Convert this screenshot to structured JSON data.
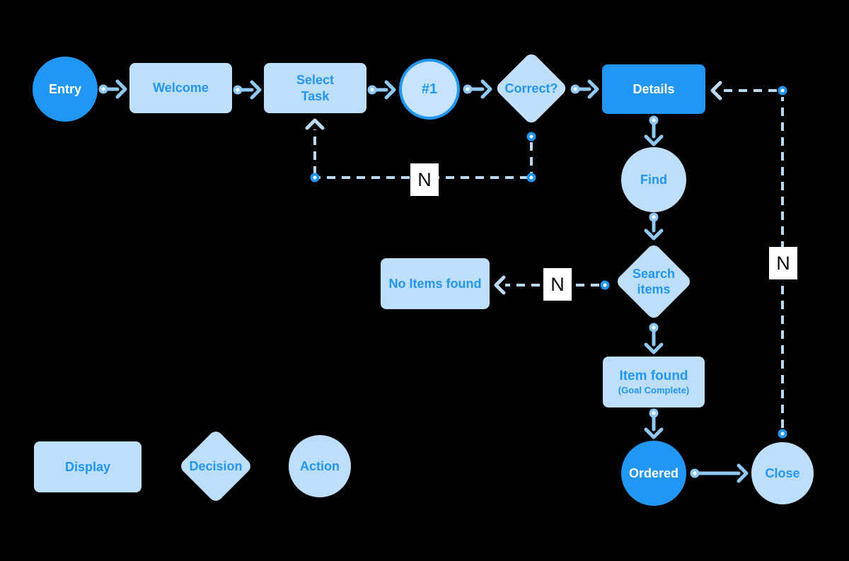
{
  "diagram": {
    "type": "flowchart",
    "background": "#000000",
    "colors": {
      "bg": "#000000",
      "accent": "#2196F3",
      "light-fill": "#BDDFFB",
      "hash1-fill": "#C6E4FD",
      "solid-line": "#8FC8F4",
      "dashed-line": "#BCD9F4",
      "node-text": "#2196F3",
      "inverse-text": "#FFFFFF",
      "edge-label-text": "#0A0A0A",
      "edge-label-bg": "#FFFFFF"
    },
    "nodes": {
      "entry": {
        "label": "Entry",
        "shape": "circle",
        "variant": "solid"
      },
      "welcome": {
        "label": "Welcome",
        "shape": "rect"
      },
      "select_task": {
        "label": "Select Task",
        "line1": "Select",
        "line2": "Task",
        "shape": "rect"
      },
      "step1": {
        "label": "#1",
        "shape": "circle",
        "variant": "outlined"
      },
      "correct": {
        "label": "Correct?",
        "shape": "diamond"
      },
      "details": {
        "label": "Details",
        "shape": "rect",
        "variant": "solid"
      },
      "find": {
        "label": "Find",
        "shape": "circle"
      },
      "search_items": {
        "label": "Search items",
        "line1": "Search",
        "line2": "items",
        "shape": "diamond"
      },
      "no_items_found": {
        "label": "No Items found",
        "shape": "rect"
      },
      "item_found": {
        "label": "Item found",
        "sublabel": "(Goal Complete)",
        "shape": "rect"
      },
      "ordered": {
        "label": "Ordered",
        "shape": "circle",
        "variant": "solid"
      },
      "close": {
        "label": "Close",
        "shape": "circle"
      }
    },
    "edges": [
      {
        "from": "entry",
        "to": "welcome",
        "style": "solid",
        "label": ""
      },
      {
        "from": "welcome",
        "to": "select_task",
        "style": "solid",
        "label": ""
      },
      {
        "from": "select_task",
        "to": "step1",
        "style": "solid",
        "label": ""
      },
      {
        "from": "step1",
        "to": "correct",
        "style": "solid",
        "label": ""
      },
      {
        "from": "correct",
        "to": "details",
        "style": "solid",
        "label": ""
      },
      {
        "from": "details",
        "to": "find",
        "style": "solid",
        "label": ""
      },
      {
        "from": "find",
        "to": "search_items",
        "style": "solid",
        "label": ""
      },
      {
        "from": "search_items",
        "to": "item_found",
        "style": "solid",
        "label": ""
      },
      {
        "from": "item_found",
        "to": "ordered",
        "style": "solid",
        "label": ""
      },
      {
        "from": "ordered",
        "to": "close",
        "style": "solid",
        "label": ""
      },
      {
        "from": "correct",
        "to": "select_task",
        "style": "dashed",
        "label": "N"
      },
      {
        "from": "search_items",
        "to": "no_items_found",
        "style": "dashed",
        "label": "N"
      },
      {
        "from": "close",
        "to": "details",
        "style": "dashed",
        "label": "N"
      }
    ],
    "legend": {
      "display": {
        "label": "Display",
        "shape": "rect"
      },
      "decision": {
        "label": "Decision",
        "shape": "diamond"
      },
      "action": {
        "label": "Action",
        "shape": "circle"
      }
    }
  }
}
